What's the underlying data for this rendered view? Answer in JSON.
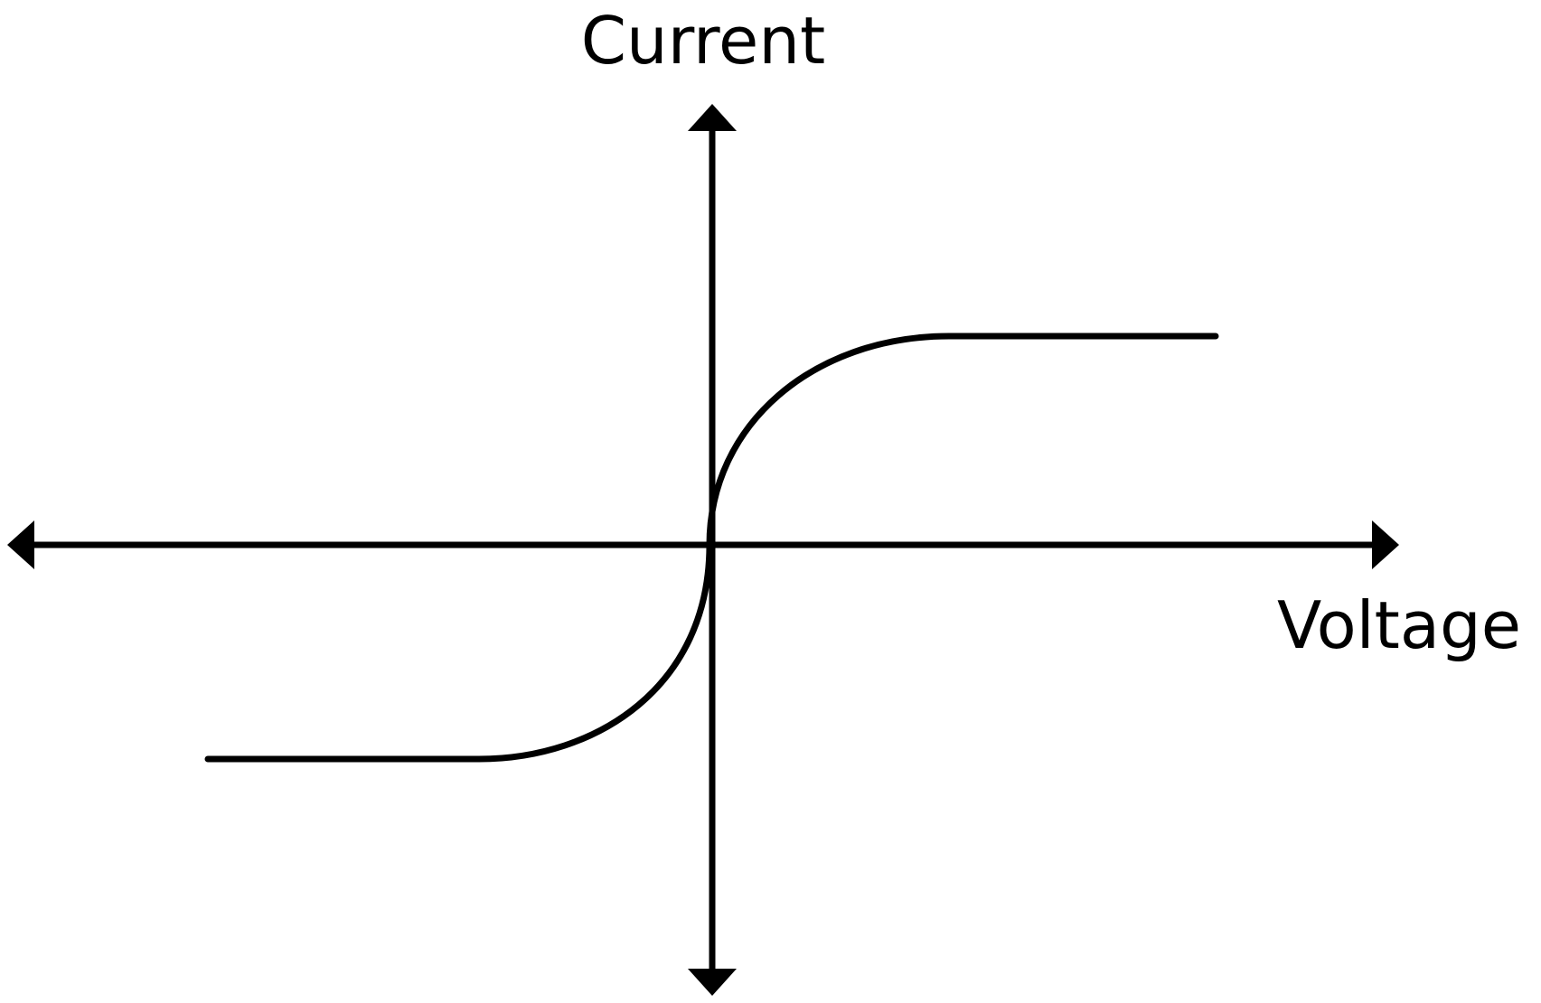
{
  "diagram": {
    "y_axis_label": "Current",
    "x_axis_label": "Voltage",
    "curve_shape": "sigmoid-saturation"
  }
}
